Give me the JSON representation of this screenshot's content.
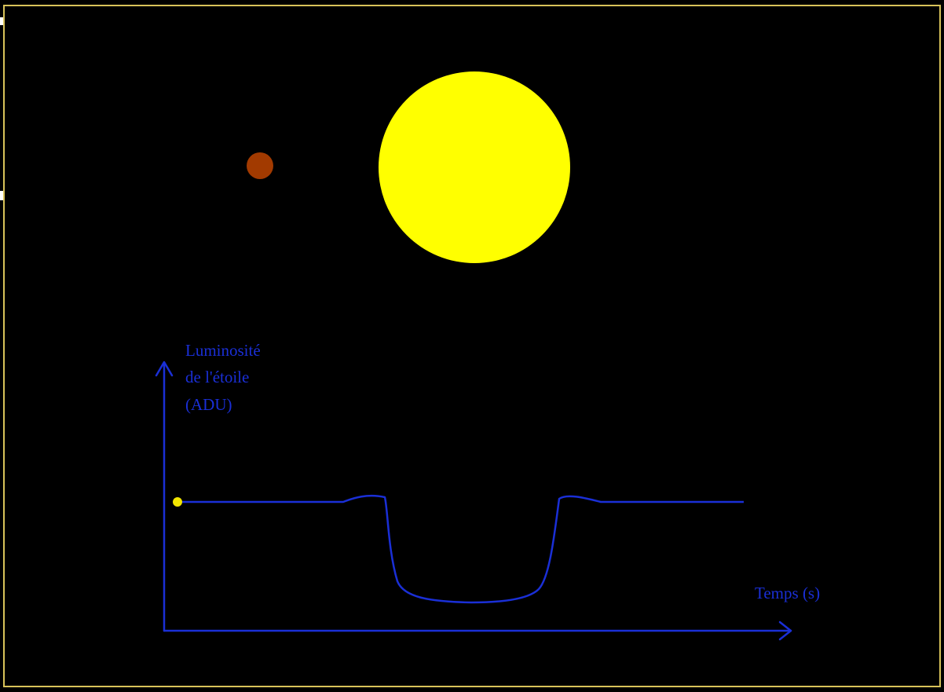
{
  "diagram": {
    "y_axis_label_lines": [
      "Luminosité",
      "de l'étoile",
      "(ADU)"
    ],
    "x_axis_label": "Temps (s)",
    "colors": {
      "background": "#000000",
      "frame": "#d8c25a",
      "star": "#ffff00",
      "planet": "#a23a00",
      "axes": "#1a2fd6",
      "curve": "#1a2fd6",
      "marker": "#f2e600"
    },
    "objects": {
      "star": "yellow star disc",
      "planet": "small reddish-brown planet disc",
      "marker": "yellow dot at start of light curve"
    }
  }
}
